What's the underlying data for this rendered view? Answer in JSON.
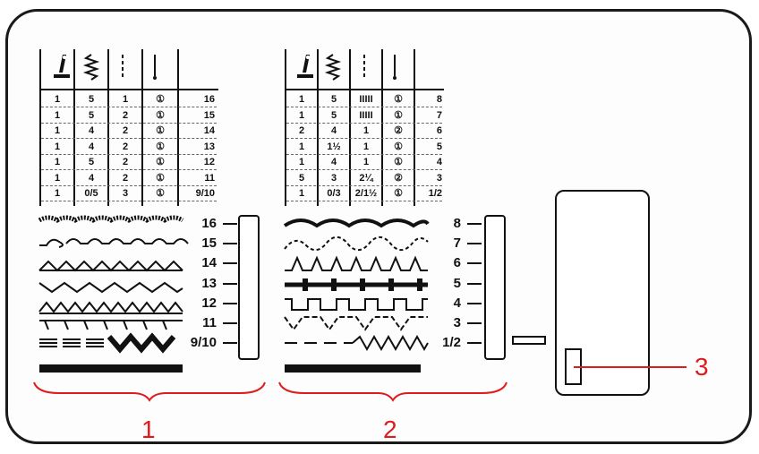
{
  "table1": {
    "rows": [
      [
        "1",
        "5",
        "1",
        "①",
        "16"
      ],
      [
        "1",
        "5",
        "2",
        "①",
        "15"
      ],
      [
        "1",
        "4",
        "2",
        "①",
        "14"
      ],
      [
        "1",
        "4",
        "2",
        "①",
        "13"
      ],
      [
        "1",
        "5",
        "2",
        "①",
        "12"
      ],
      [
        "1",
        "4",
        "2",
        "①",
        "11"
      ],
      [
        "1",
        "0/5",
        "3",
        "①",
        "9/10"
      ]
    ]
  },
  "table2": {
    "rows": [
      [
        "1",
        "5",
        "IIIII",
        "①",
        "8"
      ],
      [
        "1",
        "5",
        "IIIII",
        "①",
        "7"
      ],
      [
        "2",
        "4",
        "1",
        "②",
        "6"
      ],
      [
        "1",
        "1½",
        "1",
        "①",
        "5"
      ],
      [
        "1",
        "4",
        "1",
        "①",
        "4"
      ],
      [
        "5",
        "3",
        "2¼",
        "②",
        "3"
      ],
      [
        "1",
        "0/3",
        "2/1½",
        "①",
        "1/2"
      ]
    ]
  },
  "scale1": [
    "16",
    "15",
    "14",
    "13",
    "12",
    "11",
    "9/10"
  ],
  "scale2": [
    "8",
    "7",
    "6",
    "5",
    "4",
    "3",
    "1/2"
  ],
  "callouts": {
    "group1": "1",
    "group2": "2",
    "window": "3"
  },
  "colors": {
    "callout": "#e01b1b",
    "ink": "#111111"
  },
  "icons": [
    "presser-foot-icon",
    "zigzag-width-icon",
    "stitch-length-icon",
    "needle-position-icon"
  ]
}
